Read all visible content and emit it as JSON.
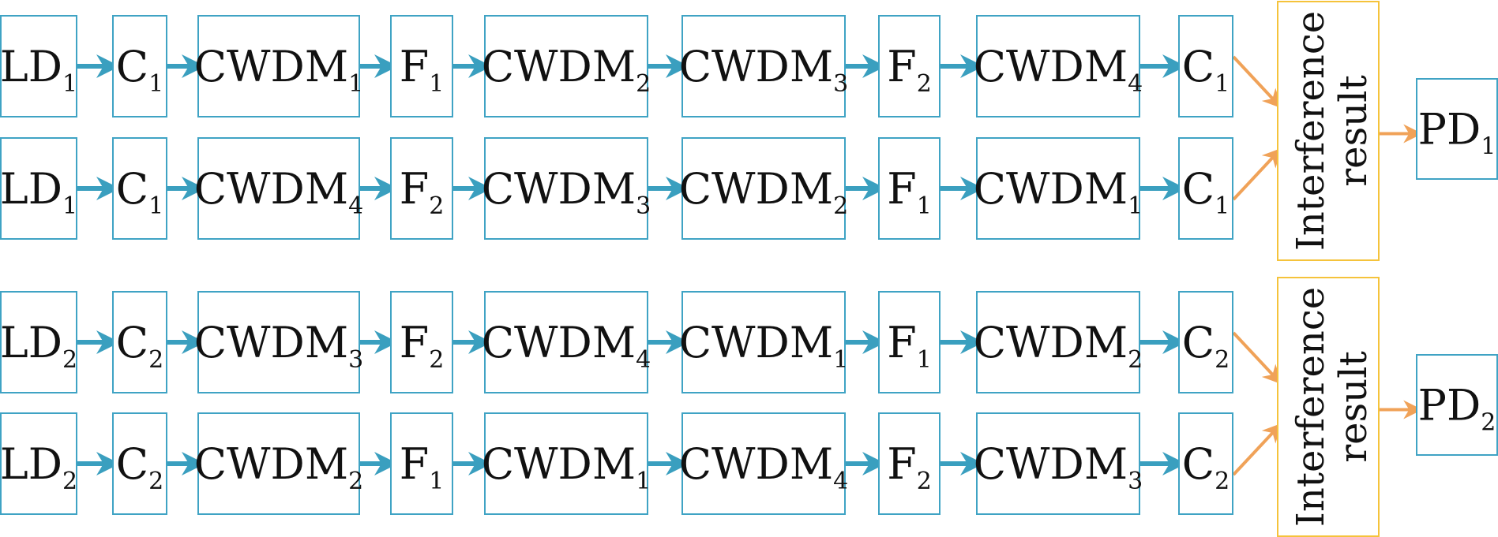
{
  "colors": {
    "box_border": "#3fa3c4",
    "flow_arrow": "#3a9fbf",
    "interference_border": "#f5c33b",
    "output_arrow": "#f0a258"
  },
  "rows": [
    [
      {
        "base": "LD",
        "sub": "1"
      },
      {
        "base": "C",
        "sub": "1"
      },
      {
        "base": "CWDM",
        "sub": "1"
      },
      {
        "base": "F",
        "sub": "1"
      },
      {
        "base": "CWDM",
        "sub": "2"
      },
      {
        "base": "CWDM",
        "sub": "3"
      },
      {
        "base": "F",
        "sub": "2"
      },
      {
        "base": "CWDM",
        "sub": "4"
      },
      {
        "base": "C",
        "sub": "1"
      }
    ],
    [
      {
        "base": "LD",
        "sub": "1"
      },
      {
        "base": "C",
        "sub": "1"
      },
      {
        "base": "CWDM",
        "sub": "4"
      },
      {
        "base": "F",
        "sub": "2"
      },
      {
        "base": "CWDM",
        "sub": "3"
      },
      {
        "base": "CWDM",
        "sub": "2"
      },
      {
        "base": "F",
        "sub": "1"
      },
      {
        "base": "CWDM",
        "sub": "1"
      },
      {
        "base": "C",
        "sub": "1"
      }
    ],
    [
      {
        "base": "LD",
        "sub": "2"
      },
      {
        "base": "C",
        "sub": "2"
      },
      {
        "base": "CWDM",
        "sub": "3"
      },
      {
        "base": "F",
        "sub": "2"
      },
      {
        "base": "CWDM",
        "sub": "4"
      },
      {
        "base": "CWDM",
        "sub": "1"
      },
      {
        "base": "F",
        "sub": "1"
      },
      {
        "base": "CWDM",
        "sub": "2"
      },
      {
        "base": "C",
        "sub": "2"
      }
    ],
    [
      {
        "base": "LD",
        "sub": "2"
      },
      {
        "base": "C",
        "sub": "2"
      },
      {
        "base": "CWDM",
        "sub": "2"
      },
      {
        "base": "F",
        "sub": "1"
      },
      {
        "base": "CWDM",
        "sub": "1"
      },
      {
        "base": "CWDM",
        "sub": "4"
      },
      {
        "base": "F",
        "sub": "2"
      },
      {
        "base": "CWDM",
        "sub": "3"
      },
      {
        "base": "C",
        "sub": "2"
      }
    ]
  ],
  "interference": [
    {
      "line1": "Interference",
      "line2": "result"
    },
    {
      "line1": "Interference",
      "line2": "result"
    }
  ],
  "detectors": [
    {
      "base": "PD",
      "sub": "1"
    },
    {
      "base": "PD",
      "sub": "2"
    }
  ]
}
